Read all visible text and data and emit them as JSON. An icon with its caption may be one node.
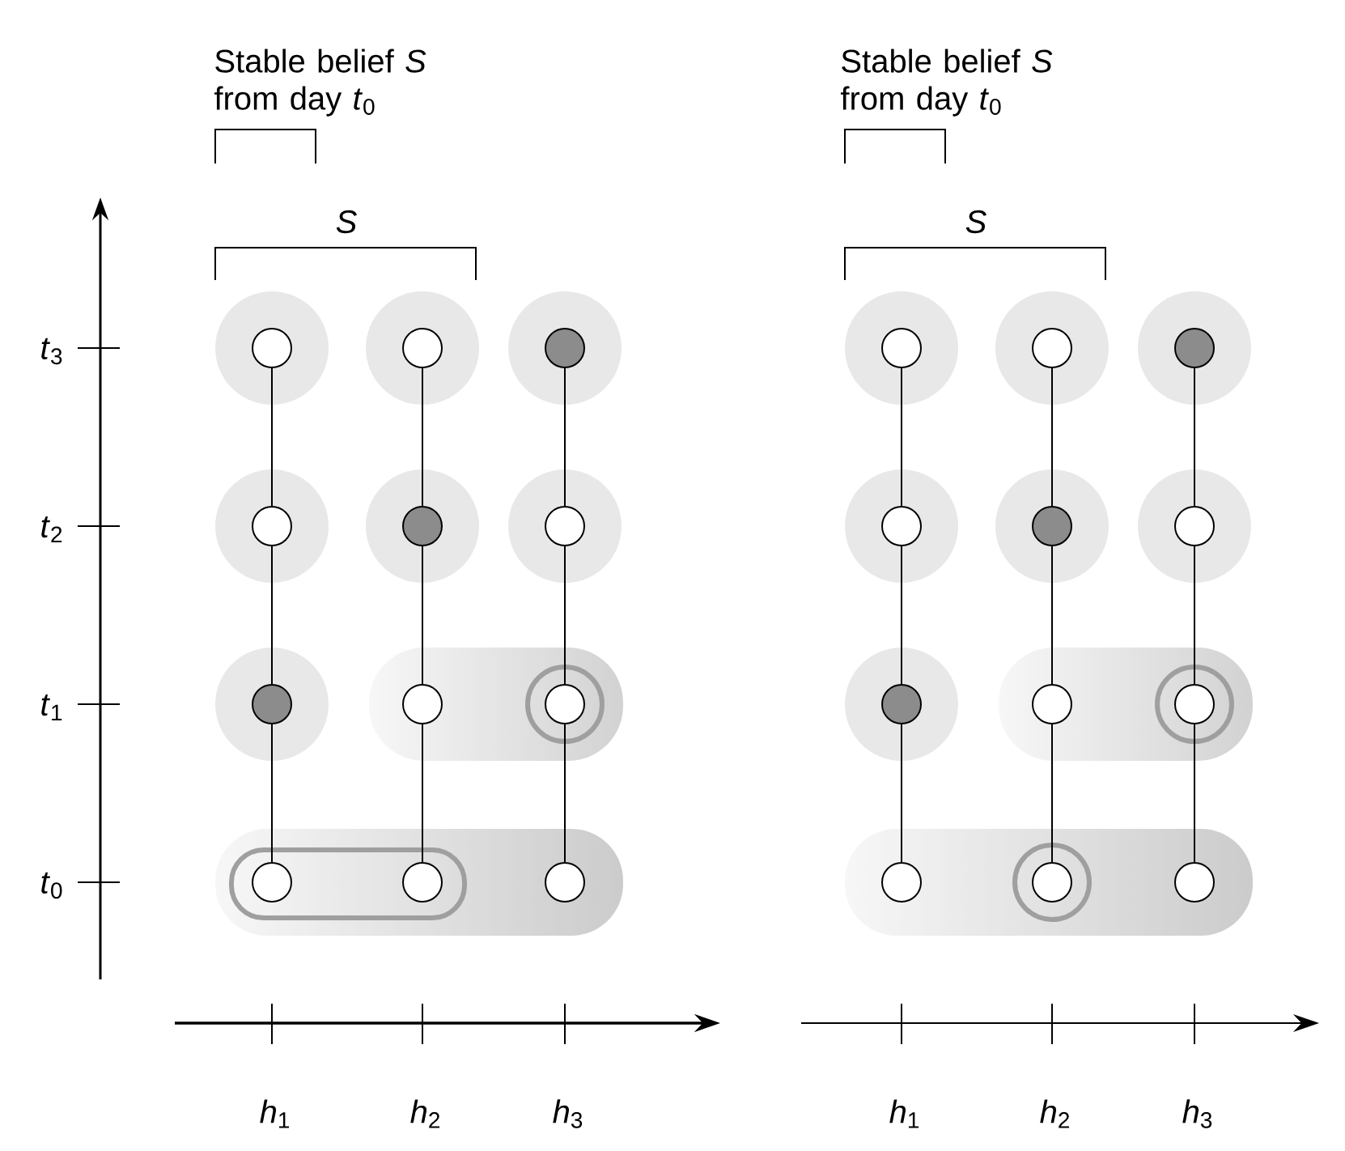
{
  "diagram": {
    "nodes": [
      {
        "text": [],
        "shape": "circle"
      },
      {
        "text": [],
        "shape": "circle"
      },
      {
        "text": [],
        "shape": "circle"
      },
      {
        "text": [],
        "shape": "circle"
      },
      {
        "text": [],
        "shape": "circle"
      },
      {
        "text": [],
        "shape": "circle"
      },
      {
        "text": [],
        "shape": "circle"
      },
      {
        "text": [],
        "shape": "circle"
      },
      {
        "text": [],
        "shape": "circle"
      },
      {
        "text": [],
        "shape": "circle"
      },
      {
        "text": [],
        "shape": "circle"
      },
      {
        "text": [],
        "shape": "circle"
      },
      {
        "text": [],
        "shape": "circle"
      },
      {
        "text": [],
        "shape": "circle"
      },
      {
        "text": [],
        "shape": "circle"
      },
      {
        "text": [],
        "shape": "circle"
      },
      {
        "text": [],
        "shape": "circle"
      },
      {
        "text": [],
        "shape": "circle"
      },
      {
        "text": [],
        "shape": "circle"
      },
      {
        "text": [],
        "shape": "circle"
      },
      {
        "text": [],
        "shape": "circle"
      },
      {
        "text": [],
        "shape": "circle"
      },
      {
        "text": [],
        "shape": "circle"
      },
      {
        "text": [],
        "shape": "circle"
      }
    ],
    "edges": [
      {
        "from": 9,
        "to": 6,
        "arrow": "none"
      },
      {
        "from": 6,
        "to": 3,
        "arrow": "none"
      },
      {
        "from": 3,
        "to": 0,
        "arrow": "none"
      },
      {
        "from": 10,
        "to": 7,
        "arrow": "none"
      },
      {
        "from": 7,
        "to": 4,
        "arrow": "none"
      },
      {
        "from": 4,
        "to": 1,
        "arrow": "none"
      },
      {
        "from": 11,
        "to": 8,
        "arrow": "none"
      },
      {
        "from": 8,
        "to": 5,
        "arrow": "none"
      },
      {
        "from": 5,
        "to": 2,
        "arrow": "none"
      },
      {
        "from": 21,
        "to": 18,
        "arrow": "none"
      },
      {
        "from": 18,
        "to": 15,
        "arrow": "none"
      },
      {
        "from": 15,
        "to": 12,
        "arrow": "none"
      },
      {
        "from": 22,
        "to": 19,
        "arrow": "none"
      },
      {
        "from": 19,
        "to": 16,
        "arrow": "none"
      },
      {
        "from": 16,
        "to": 13,
        "arrow": "none"
      },
      {
        "from": 23,
        "to": 20,
        "arrow": "none"
      },
      {
        "from": 20,
        "to": 17,
        "arrow": "none"
      },
      {
        "from": 17,
        "to": 14,
        "arrow": "none"
      }
    ],
    "labels": [
      "Stable belief *S* from day *t*$_{0}$",
      "Stable belief *S* from day *t*$_{0}$",
      "S",
      "S",
      "*t*$_{3}$",
      "*t*$_{2}$",
      "*t*$_{1}$",
      "*t*$_{0}$",
      "*h*$_{1}$",
      "*h*$_{2}$",
      "*h*$_{3}$",
      "*h*$_{1}$",
      "*h*$_{2}$",
      "*h*$_{3}$"
    ]
  }
}
